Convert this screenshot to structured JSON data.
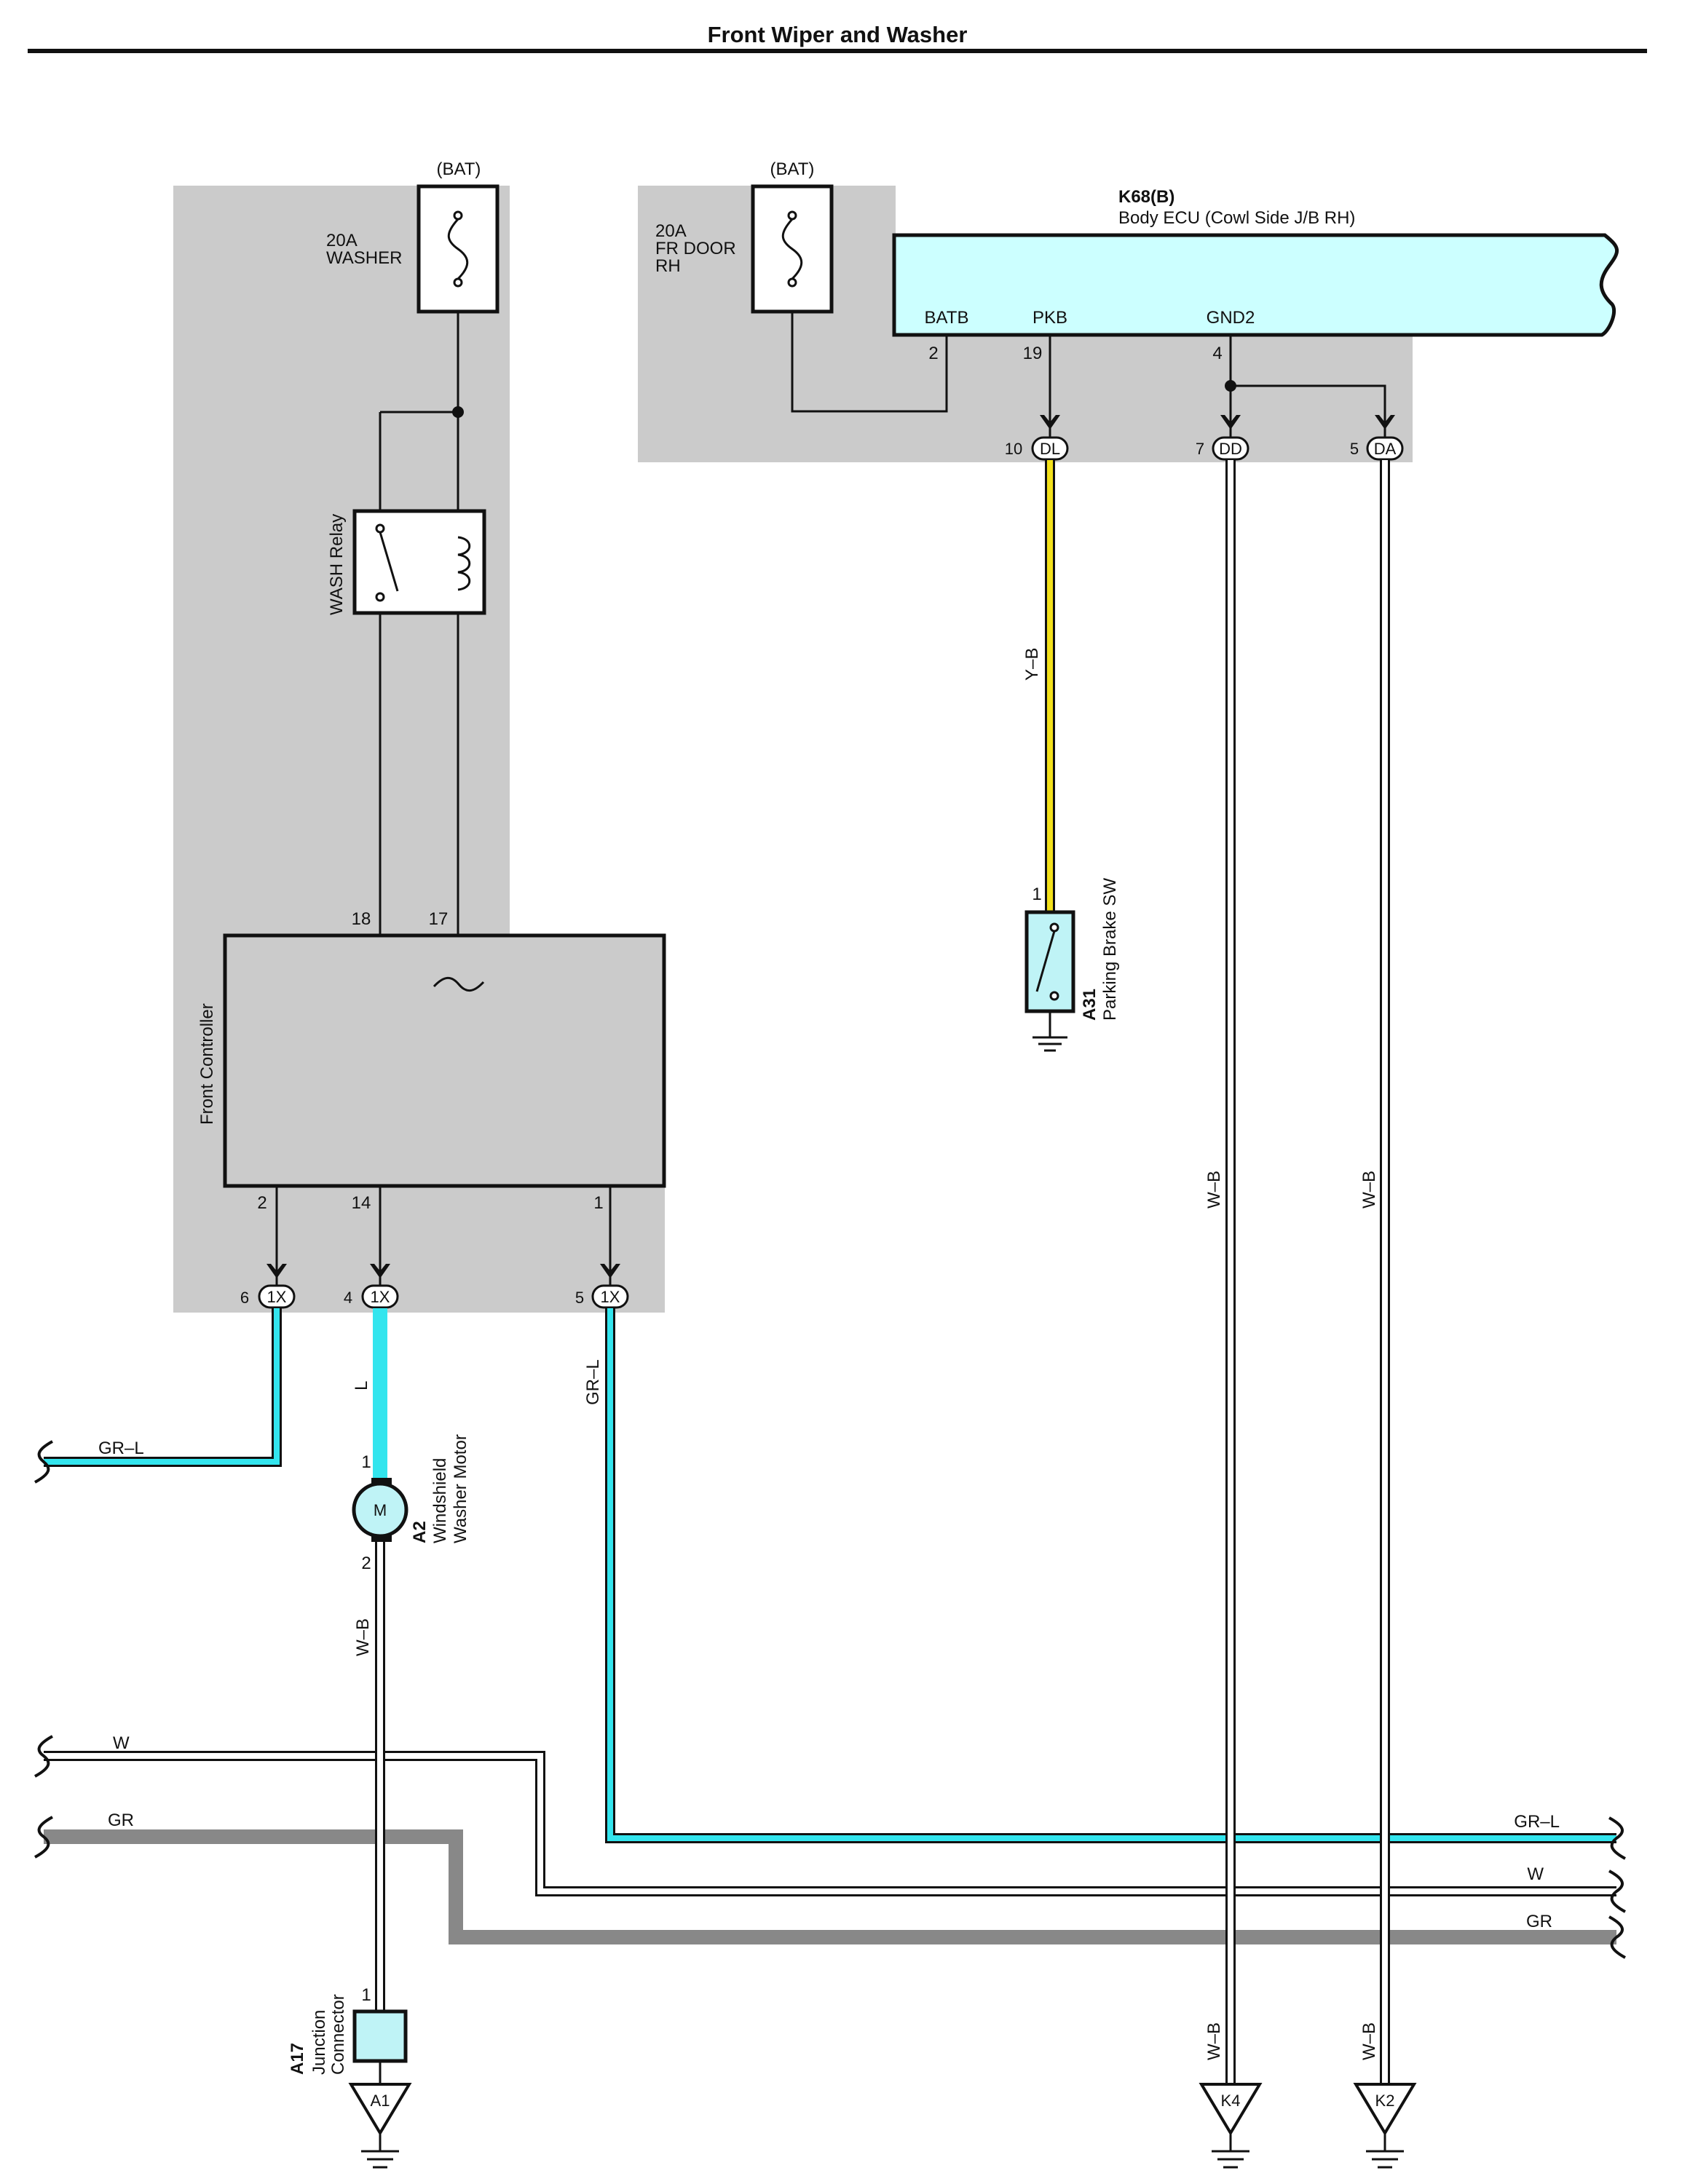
{
  "title": "Front Wiper and Washer",
  "colors": {
    "shade": "#cbcbcb",
    "ecu_fill": "#ccffff",
    "light_blue_wire": "#33e5ee",
    "yellow_wire": "#f3e11b",
    "gray_wire": "#888888",
    "component_blue": "#bff3f6"
  },
  "power": {
    "bat_left": "(BAT)",
    "bat_right": "(BAT)",
    "fuse_washer": {
      "amp": "20A",
      "name": "WASHER"
    },
    "fuse_frdoor": {
      "amp": "20A",
      "name_line1": "FR DOOR",
      "name_line2": "RH"
    }
  },
  "ecu": {
    "id": "K68(B)",
    "name": "Body ECU (Cowl Side J/B RH)",
    "pins": [
      {
        "name": "BATB",
        "num": "2"
      },
      {
        "name": "PKB",
        "num": "19"
      },
      {
        "name": "GND2",
        "num": "4"
      }
    ]
  },
  "relay": {
    "name": "WASH Relay"
  },
  "front_controller": {
    "name": "Front Controller",
    "top_pins": [
      "18",
      "17"
    ],
    "bottom_pins": [
      "2",
      "14",
      "1"
    ]
  },
  "connectors": [
    {
      "num": "10",
      "code": "DL"
    },
    {
      "num": "7",
      "code": "DD"
    },
    {
      "num": "5",
      "code": "DA"
    },
    {
      "num": "6",
      "code": "1X"
    },
    {
      "num": "4",
      "code": "1X"
    },
    {
      "num": "5",
      "code": "1X"
    }
  ],
  "parking_brake": {
    "id": "A31",
    "name": "Parking Brake SW",
    "pin": "1"
  },
  "washer_motor": {
    "id": "A2",
    "line1": "Windshield",
    "line2": "Washer Motor",
    "symbol": "M",
    "pin_top": "1",
    "pin_bottom": "2"
  },
  "junction": {
    "id": "A17",
    "line1": "Junction",
    "line2": "Connector",
    "pin": "1"
  },
  "grounds": [
    "A1",
    "K4",
    "K2"
  ],
  "wire_labels": {
    "yb": "Y–B",
    "l": "L",
    "grl_left": "GR–L",
    "grl_vert": "GR–L",
    "wb_motor": "W–B",
    "wb_k4_a": "W–B",
    "wb_k4_b": "W–B",
    "wb_k2_a": "W–B",
    "wb_k2_b": "W–B",
    "w_left": "W",
    "gr_left": "GR",
    "grl_right": "GR–L",
    "w_right": "W",
    "gr_right": "GR"
  }
}
